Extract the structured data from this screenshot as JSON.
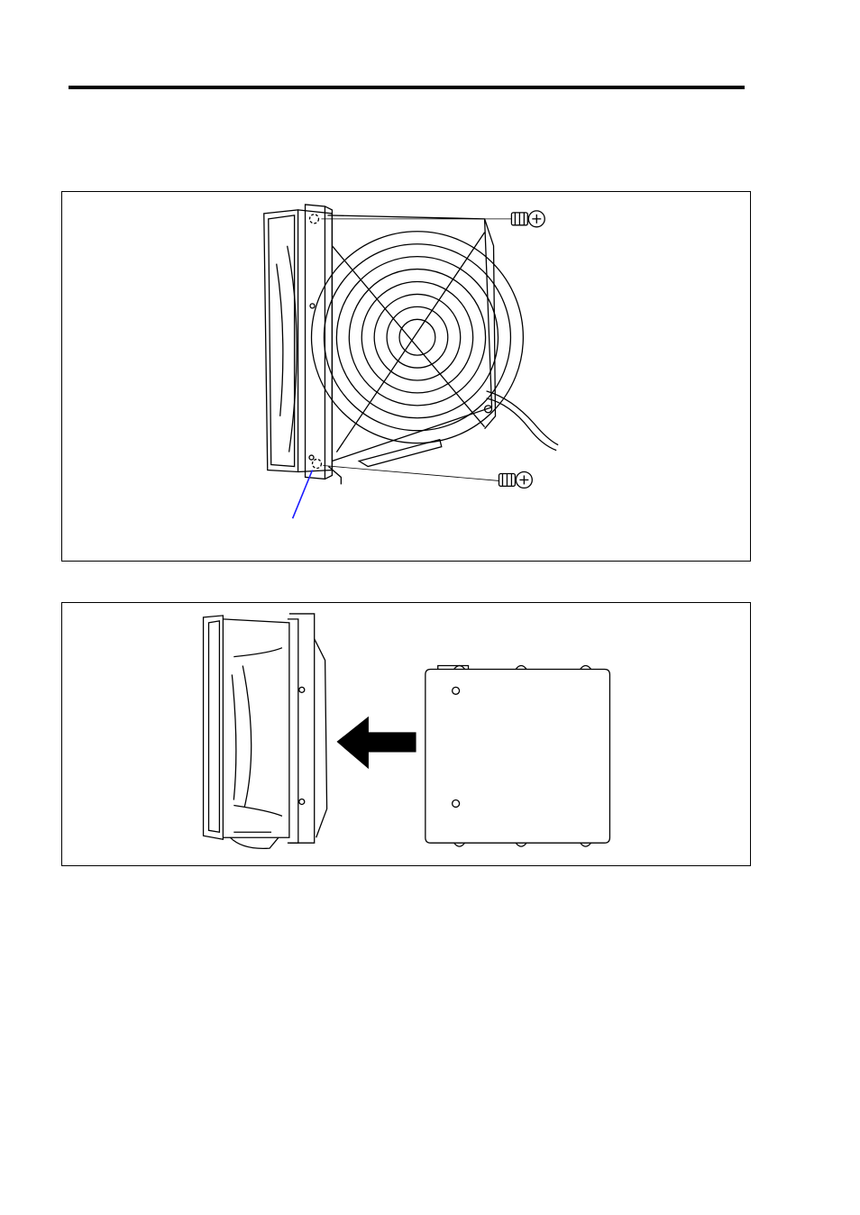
{
  "page": {
    "colors": {
      "line": "#000000",
      "callout": "#1a1aff",
      "paper": "#ffffff"
    },
    "figures": [
      {
        "name": "fan-bracket-screws-removal",
        "icons": [
          "fan-icon",
          "bracket-icon",
          "screw-icon",
          "cable-icon",
          "callout-line"
        ]
      },
      {
        "name": "fan-removal-from-bracket",
        "icons": [
          "fan-side-icon",
          "arrow-left-icon",
          "bracket-plate-icon"
        ]
      }
    ]
  }
}
